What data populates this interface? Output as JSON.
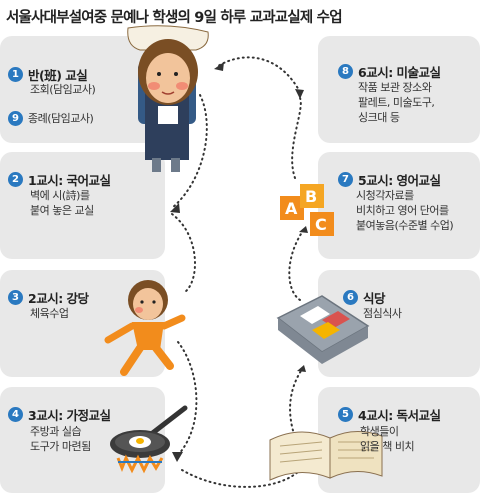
{
  "title": "서울사대부설여중 문예나 학생의 9일 하루 교과교실제 수업",
  "stops": [
    {
      "num": "1",
      "name": "반(班) 교실",
      "desc": "조회(담임교사)"
    },
    {
      "num": "9",
      "name": "",
      "desc": "종례(담임교사)"
    },
    {
      "num": "2",
      "name": "1교시: 국어교실",
      "desc": "벽에 시(詩)를\n붙여 놓은 교실"
    },
    {
      "num": "3",
      "name": "2교시: 강당",
      "desc": "체육수업"
    },
    {
      "num": "4",
      "name": "3교시: 가정교실",
      "desc": "주방과 실습\n도구가 마련됨"
    },
    {
      "num": "5",
      "name": "4교시: 독서교실",
      "desc": "학생들이\n읽을 책 비치"
    },
    {
      "num": "6",
      "name": "식당",
      "desc": "점심식사"
    },
    {
      "num": "7",
      "name": "5교시: 영어교실",
      "desc": "시청각자료를\n비치하고 영어 단어를\n붙여놓음(수준별 수업)"
    },
    {
      "num": "8",
      "name": "6교시: 미술교실",
      "desc": "작품 보관 장소와\n팔레트, 미술도구,\n싱크대 등"
    }
  ],
  "abc_letters": [
    "A",
    "B",
    "C"
  ],
  "colors": {
    "badge": "#2a79c0",
    "card": "#e8e8e8",
    "skin": "#f2c49b",
    "hair": "#8a5a2b",
    "orange": "#f28c1c",
    "path": "#333333"
  }
}
